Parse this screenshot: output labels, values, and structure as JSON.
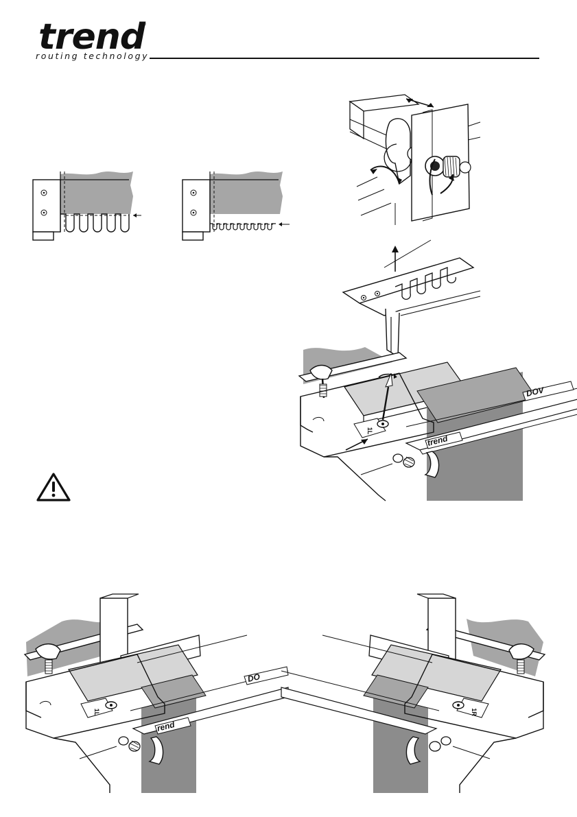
{
  "brand": {
    "name": "trend",
    "tagline": "routing technology",
    "registered_mark": "®"
  },
  "figures": {
    "jig_label_top": "DOV",
    "jig_brand": "trend",
    "template_marker_left": "1L",
    "template_marker_right": "1R",
    "jig_label_bottom_left": "DO",
    "jig_label_bottom_left_brand": "rend"
  },
  "icons": {
    "warning": "warning-triangle-icon"
  },
  "colors": {
    "ink": "#111111",
    "board_grey": "#a6a6a6",
    "board_light": "#d6d6d6",
    "board_dark": "#8c8c8c"
  }
}
